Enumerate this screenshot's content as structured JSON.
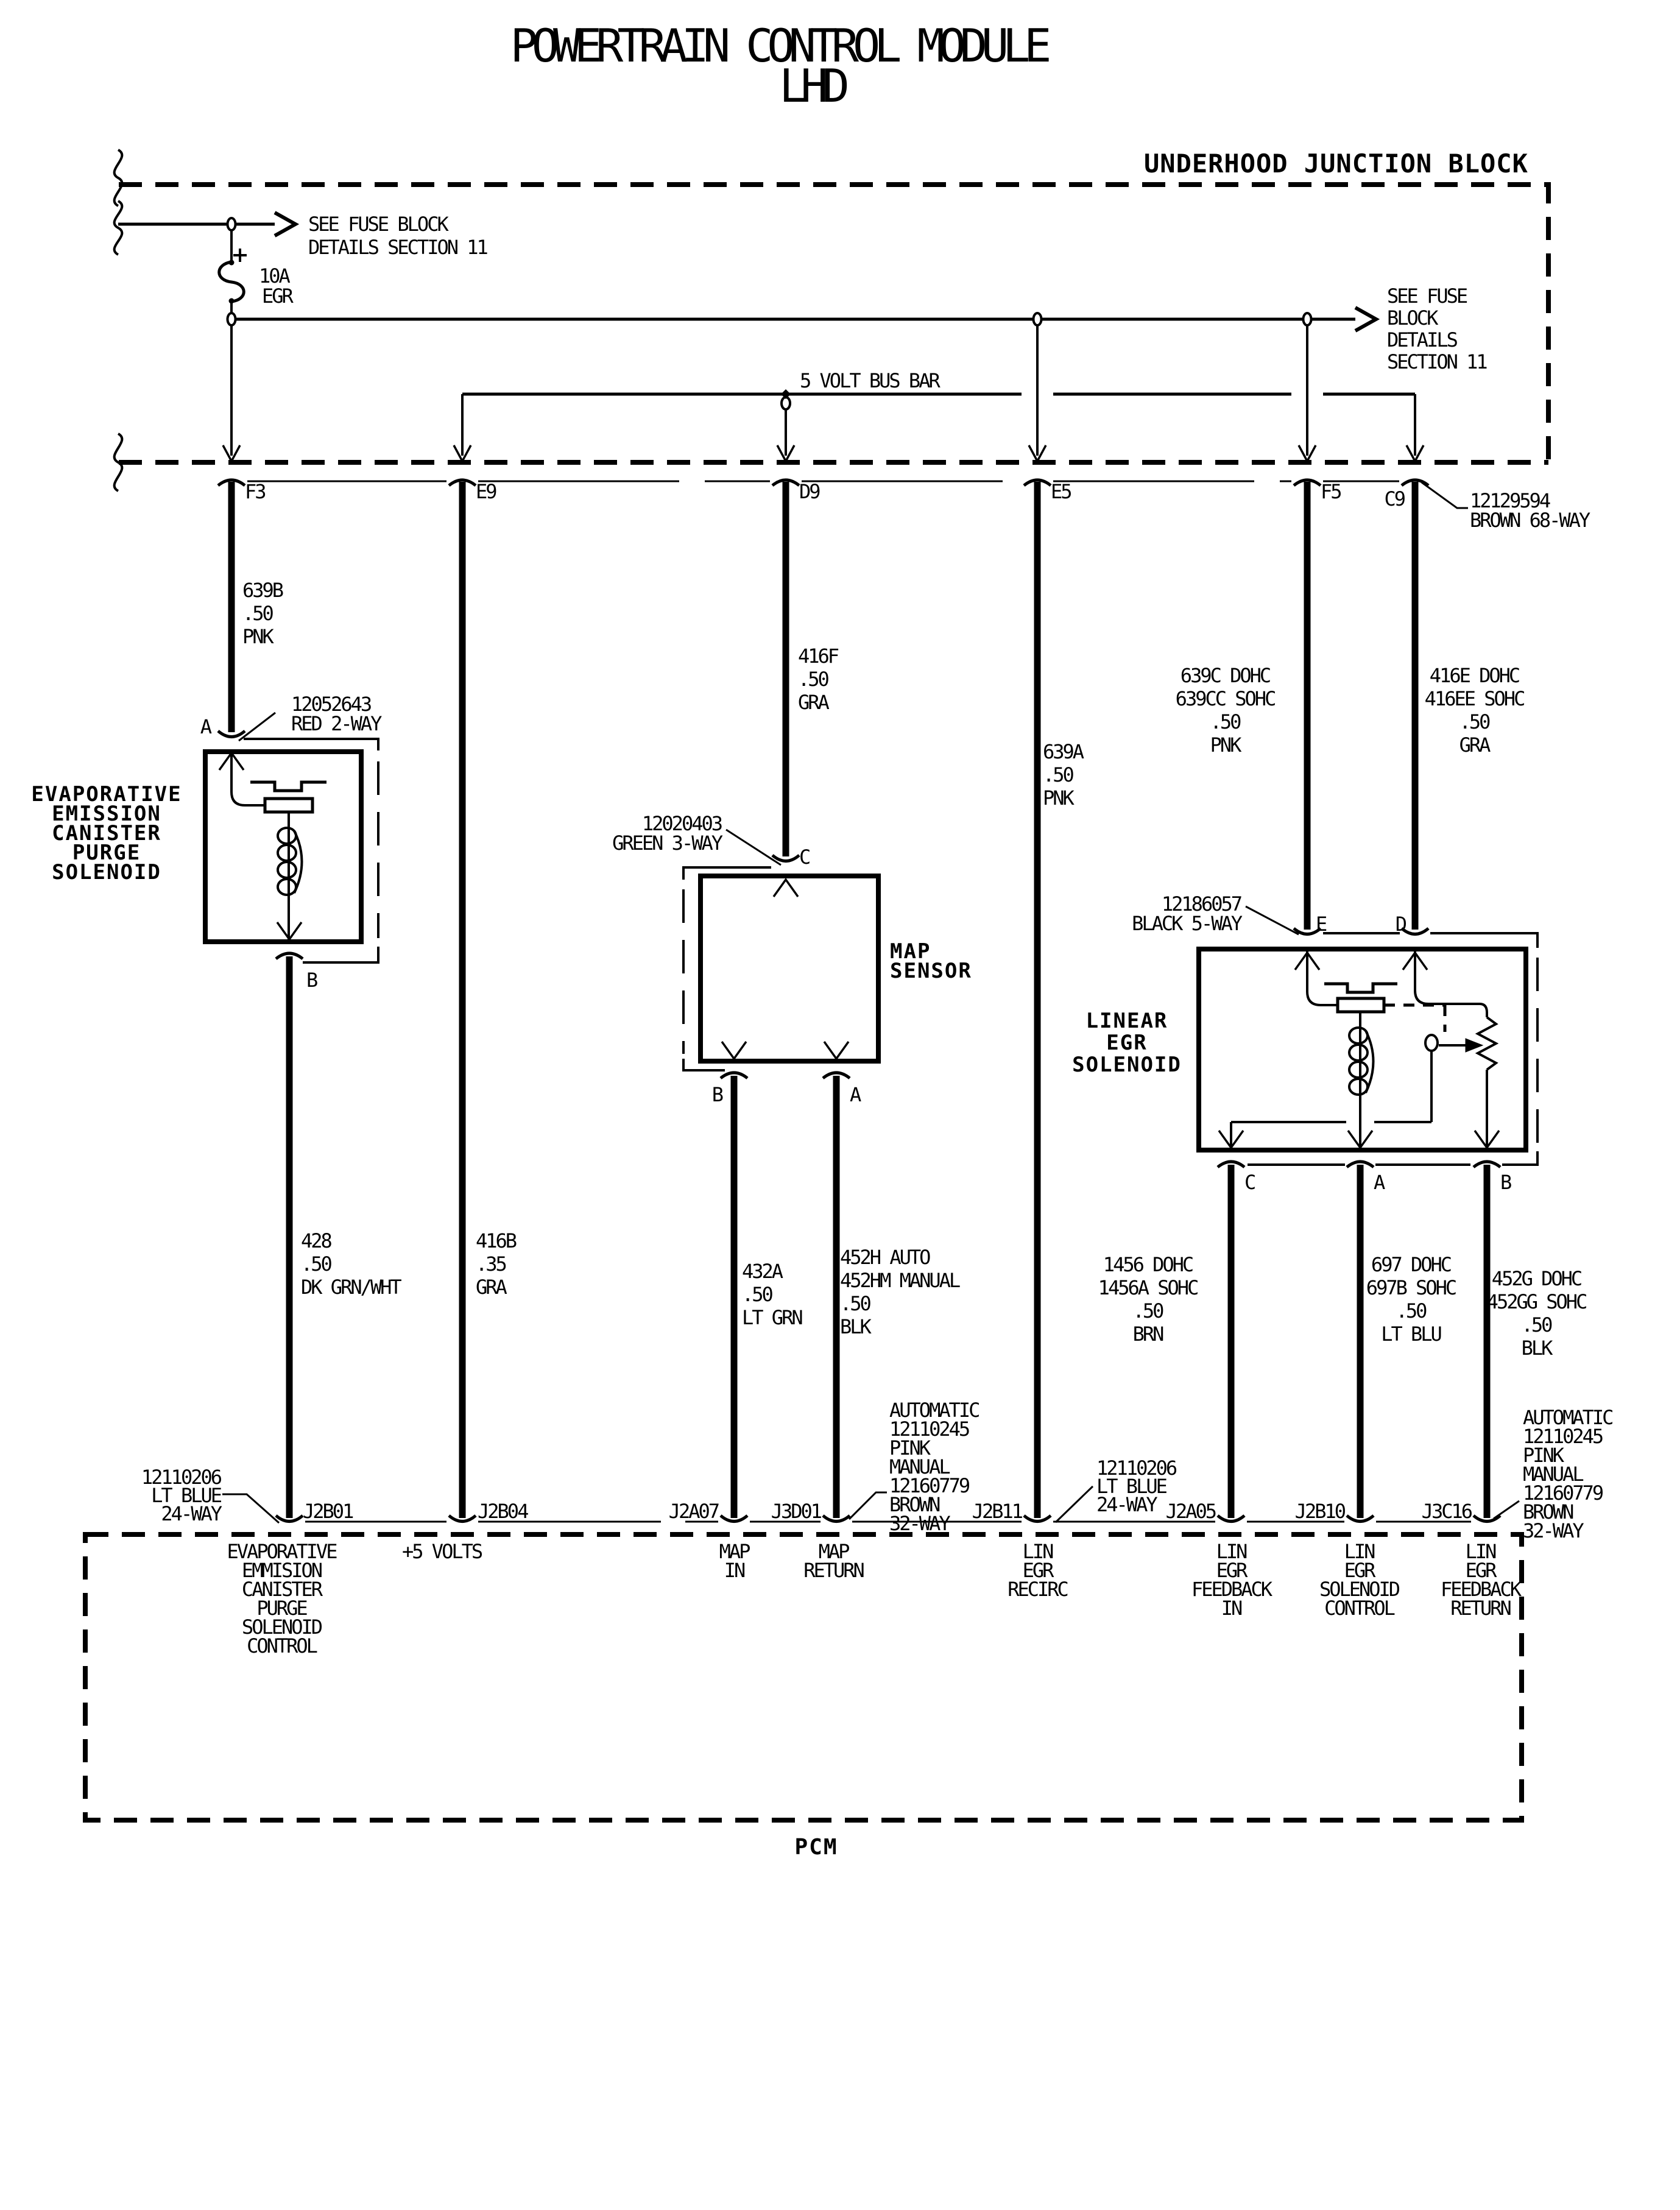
{
  "title": {
    "line1": "POWERTRAIN CONTROL MODULE",
    "line2": "LHD"
  },
  "junction_block": {
    "name": "UNDERHOOD JUNCTION BLOCK",
    "see_fuse_left": "SEE FUSE BLOCK\nDETAILS SECTION 11",
    "fuse": {
      "amperage": "10A",
      "circuit": "EGR"
    },
    "see_fuse_right": "SEE FUSE\nBLOCK\nDETAILS\nSECTION 11",
    "bus_bar": "5 VOLT BUS BAR",
    "connector": "12129594\nBROWN 68-WAY",
    "pins": {
      "f3": "F3",
      "e9": "E9",
      "d9": "D9",
      "e5": "E5",
      "f5": "F5",
      "c9": "C9"
    }
  },
  "wires": {
    "w639b": "639B\n.50\nPNK",
    "w416f": "416F\n.50\nGRA",
    "w639a": "639A\n.50\nPNK",
    "w639c": "639C DOHC\n639CC SOHC\n.50\nPNK",
    "w416e": "416E DOHC\n416EE SOHC\n.50\nGRA",
    "w428": "428\n.50\nDK GRN/WHT",
    "w416b": "416B\n.35\nGRA",
    "w432a": "432A\n.50\nLT GRN",
    "w452h": "452H AUTO\n452HM MANUAL\n.50\nBLK",
    "w1456": "1456 DOHC\n1456A SOHC\n.50\nBRN",
    "w697": "697 DOHC\n697B SOHC\n.50\nLT BLU",
    "w452g": "452G DOHC\n452GG SOHC\n.50\nBLK"
  },
  "evap": {
    "name": "EVAPORATIVE\nEMISSION\nCANISTER\nPURGE\nSOLENOID",
    "connector": "12052643\nRED 2-WAY",
    "pin_a": "A",
    "pin_b": "B"
  },
  "map_sensor": {
    "name": "MAP\nSENSOR",
    "connector": "12020403\nGREEN 3-WAY",
    "pin_c": "C",
    "pin_b": "B",
    "pin_a": "A"
  },
  "egr": {
    "name": "LINEAR\nEGR\nSOLENOID",
    "connector": "12186057\nBLACK 5-WAY",
    "pin_e": "E",
    "pin_d": "D",
    "pin_c": "C",
    "pin_a": "A",
    "pin_b": "B"
  },
  "pcm": {
    "name": "PCM",
    "connector_left": "12110206\nLT BLUE\n24-WAY",
    "connector_right": "12110206\nLT BLUE\n24-WAY",
    "connector_auto_mid": "AUTOMATIC\n12110245\nPINK\nMANUAL\n12160779\nBROWN\n32-WAY",
    "connector_auto_right": "AUTOMATIC\n12110245\nPINK\nMANUAL\n12160779\nBROWN\n32-WAY",
    "pins": [
      {
        "id": "J2B01",
        "signal": "EVAPORATIVE\nEMMISION\nCANISTER\nPURGE\nSOLENOID\nCONTROL"
      },
      {
        "id": "J2B04",
        "signal": "+5 VOLTS"
      },
      {
        "id": "J2A07",
        "signal": "MAP\nIN"
      },
      {
        "id": "J3D01",
        "signal": "MAP\nRETURN"
      },
      {
        "id": "J2B11",
        "signal": "LIN\nEGR\nRECIRC"
      },
      {
        "id": "J2A05",
        "signal": "LIN\nEGR\nFEEDBACK\nIN"
      },
      {
        "id": "J2B10",
        "signal": "LIN\nEGR\nSOLENOID\nCONTROL"
      },
      {
        "id": "J3C16",
        "signal": "LIN\nEGR\nFEEDBACK\nRETURN"
      }
    ]
  }
}
